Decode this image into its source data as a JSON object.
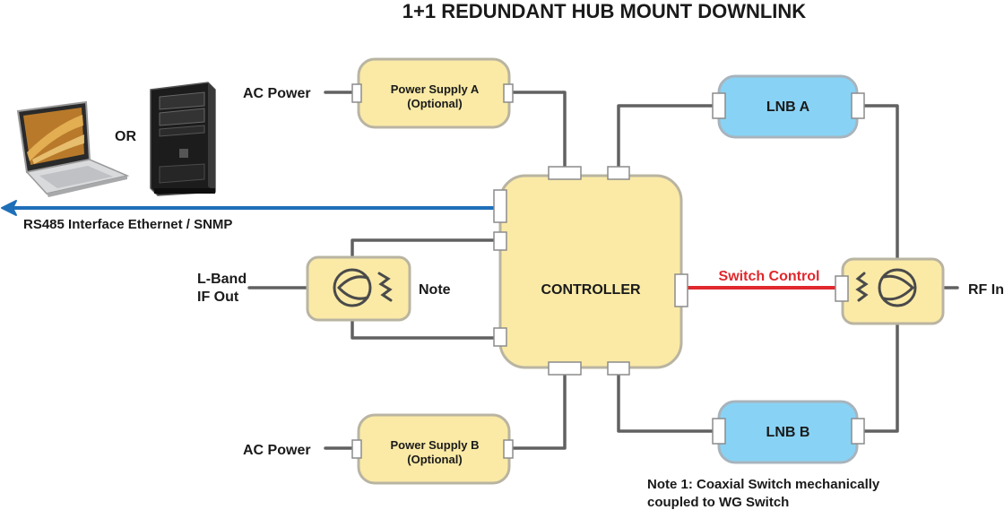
{
  "title": "1+1 REDUNDANT HUB MOUNT DOWNLINK",
  "labels": {
    "or": "OR",
    "ac_power_a": "AC Power",
    "ac_power_b": "AC Power",
    "rs485": "RS485 Interface Ethernet / SNMP",
    "lband_line1": "L-Band",
    "lband_line2": "IF Out",
    "note": "Note",
    "switch_control": "Switch Control",
    "rf_in": "RF In",
    "note1_line1": "Note 1: Coaxial Switch mechanically",
    "note1_line2": "coupled to WG Switch"
  },
  "boxes": {
    "power_supply_a": {
      "line1": "Power Supply A",
      "line2": "(Optional)"
    },
    "power_supply_b": {
      "line1": "Power Supply B",
      "line2": "(Optional)"
    },
    "controller": "CONTROLLER",
    "lnb_a": "LNB A",
    "lnb_b": "LNB B"
  },
  "colors": {
    "box_yellow": "#faeaa6",
    "box_blue": "#88d3f5",
    "wire_gray": "#616161",
    "rs485_arrow": "#1f6fb8",
    "switch_control": "#e0282d"
  },
  "icons": [
    "laptop-icon",
    "desktop-tower-icon",
    "coax-switch-icon",
    "waveguide-switch-icon"
  ]
}
